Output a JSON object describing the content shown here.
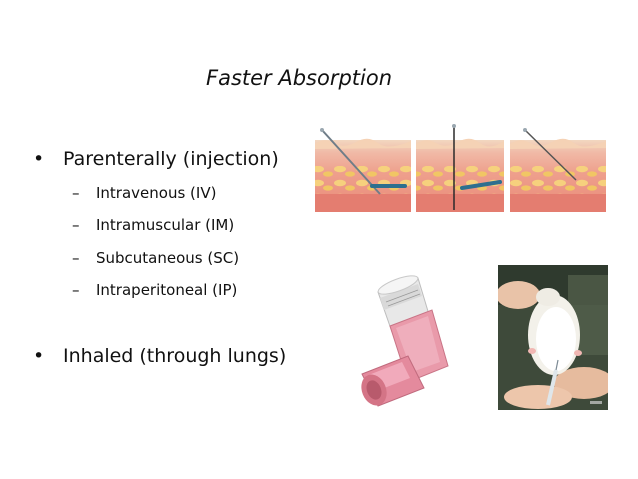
{
  "slide": {
    "title": "Faster Absorption",
    "bullets": [
      {
        "text": "Parenterally (injection)",
        "subitems": [
          "Intravenous (IV)",
          "Intramuscular (IM)",
          "Subcutaneous (SC)",
          "Intraperitoneal (IP)"
        ]
      },
      {
        "text": "Inhaled (through lungs)",
        "subitems": []
      }
    ],
    "bullet_glyph": "•",
    "dash_glyph": "–"
  },
  "images": [
    {
      "name": "injection-diagram-panels",
      "depicts": "three skin cross-sections with needles"
    },
    {
      "name": "inhaler-photo",
      "depicts": "pink inhaler"
    },
    {
      "name": "rat-injection-photo",
      "depicts": "white rat held for injection"
    }
  ]
}
